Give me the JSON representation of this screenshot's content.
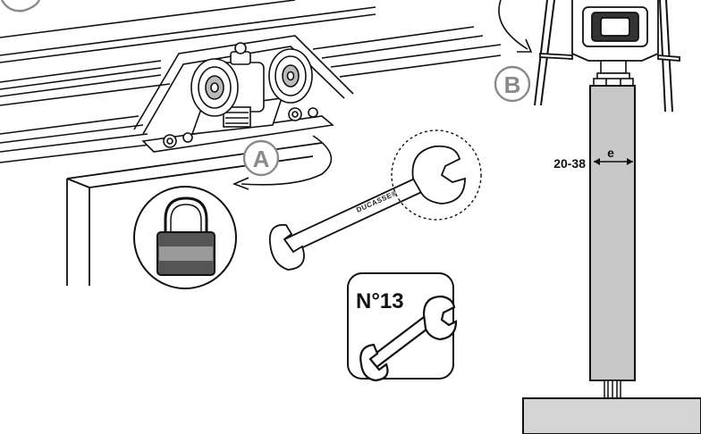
{
  "callouts": {
    "a": "A",
    "b": "B"
  },
  "dimension": {
    "range": "20-38",
    "symbol": "e"
  },
  "wrench": {
    "brand": "DUCASSE®",
    "size": "N°13"
  },
  "colors": {
    "line": "#111111",
    "callout_grey": "#8a8a8a",
    "panel_grey": "#c8c8c8",
    "floor_grey": "#d4d4d4",
    "lock_dark": "#555555",
    "lock_light": "#9a9a9a"
  },
  "icons": [
    "lock-icon",
    "wrench-icon",
    "rotate-arrow-icon"
  ]
}
